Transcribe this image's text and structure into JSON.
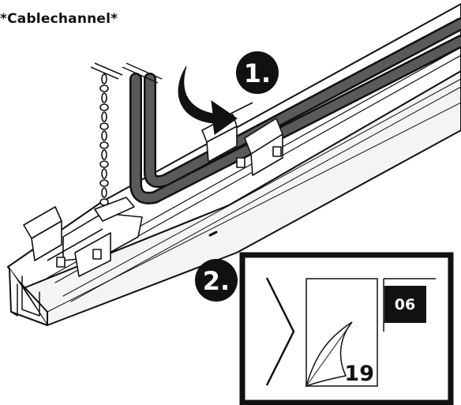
{
  "title": "*Cablechannel*",
  "steps": [
    {
      "label": "1."
    },
    {
      "label": "2."
    }
  ],
  "manual_ref": {
    "page_badge": "06",
    "page_number": "19"
  }
}
